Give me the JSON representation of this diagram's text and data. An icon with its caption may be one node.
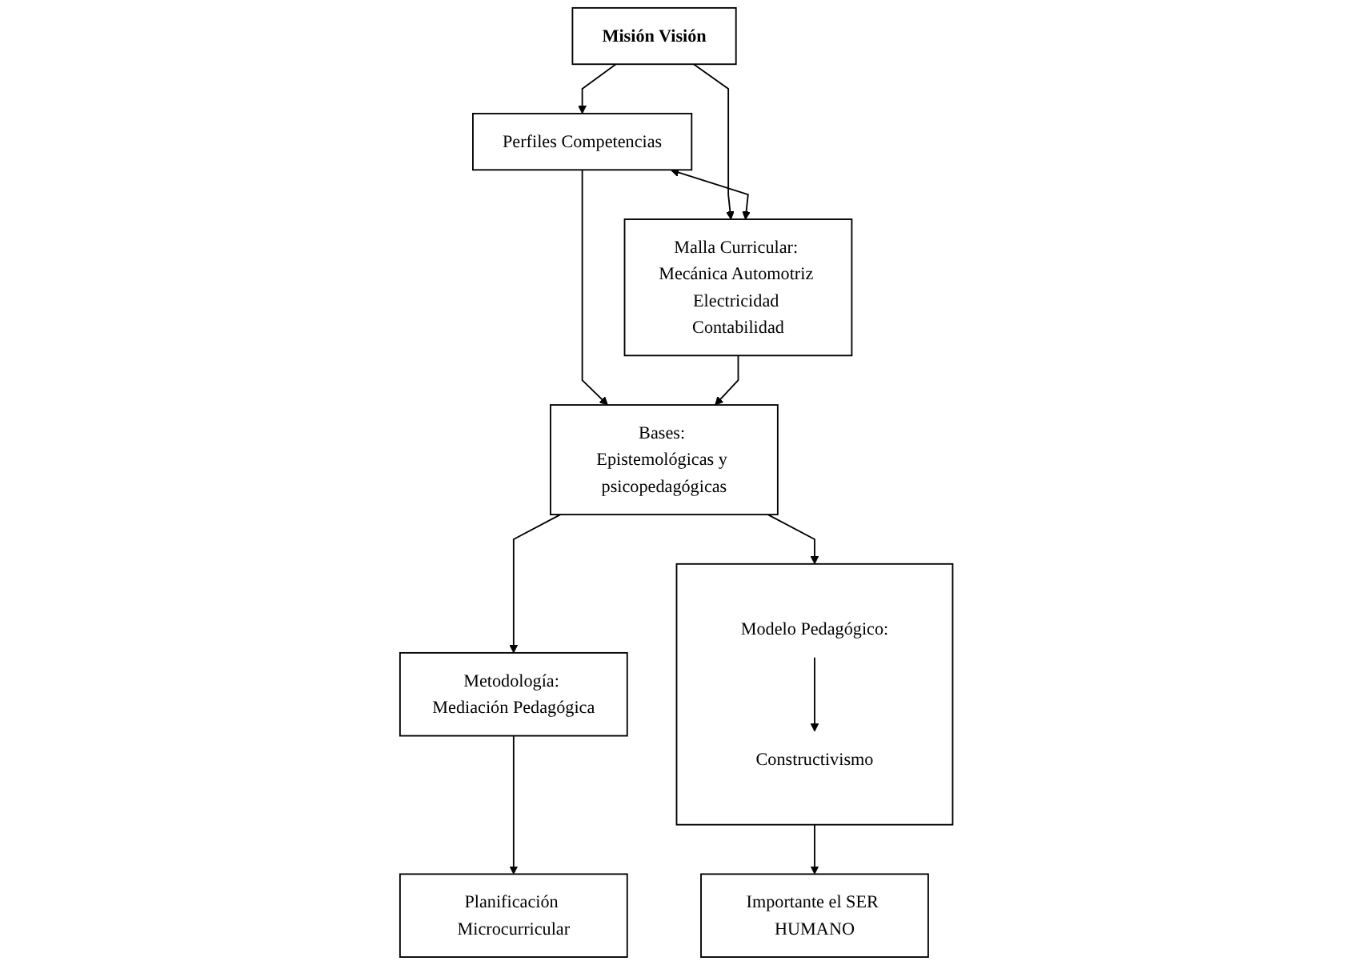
{
  "diagram": {
    "nodes": [
      {
        "text": [
          "Misión Visión"
        ]
      },
      {
        "text": [
          "Perfiles Competencias"
        ]
      },
      {
        "text": [
          "Malla Curricular: Mecánica Automotriz Electricidad Contabilidad"
        ]
      },
      {
        "text": [
          "Bases: Epistemológicas y psicopedagógicas"
        ]
      },
      {
        "text": [
          "Metodología: Mediación Pedagógica"
        ]
      },
      {
        "text": [],
        "shape": "box"
      },
      {
        "text": [
          "Modelo Pedagógico:"
        ],
        "in": 5
      },
      {
        "text": [
          "Constructivismo"
        ],
        "in": 5
      },
      {
        "text": [
          "Planificación Microcurricular"
        ]
      },
      {
        "text": [
          "Importante el SER HUMANO"
        ]
      }
    ],
    "edges": [
      {
        "from": 0,
        "to": 1,
        "arrow": "to"
      },
      {
        "from": 0,
        "to": 2,
        "arrow": "to"
      },
      {
        "from": 1,
        "to": 2,
        "arrow": "both"
      },
      {
        "from": 1,
        "to": 3,
        "arrow": "to"
      },
      {
        "from": 2,
        "to": 3,
        "arrow": "to"
      },
      {
        "from": 3,
        "to": 4,
        "arrow": "to"
      },
      {
        "from": 3,
        "to": 5,
        "arrow": "to"
      },
      {
        "from": 6,
        "to": 7,
        "arrow": "to"
      },
      {
        "from": 4,
        "to": 8,
        "arrow": "to"
      },
      {
        "from": 5,
        "to": 9,
        "arrow": "to"
      }
    ]
  }
}
